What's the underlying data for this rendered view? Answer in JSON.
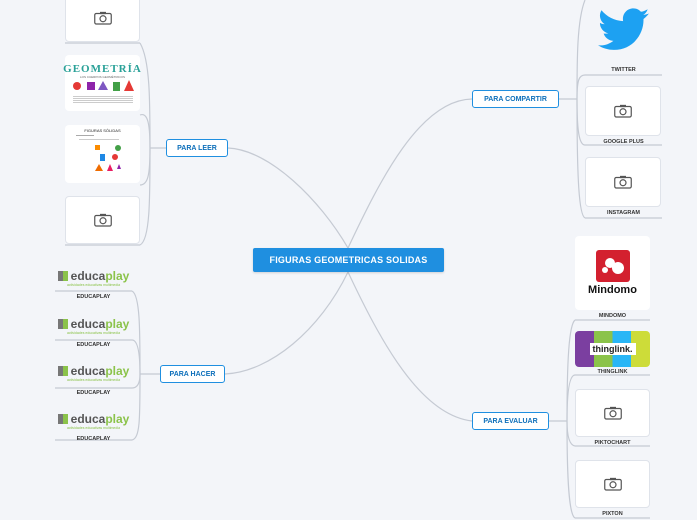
{
  "central": {
    "title": "FIGURAS GEOMETRICAS SOLIDAS"
  },
  "branches": {
    "para_leer": "PARA LEER",
    "para_hacer": "PARA HACER",
    "para_compartir": "PARA COMPARTIR",
    "para_evaluar": "PARA EVALUAR"
  },
  "leer": {
    "geometria_title": "GEOMETRÍA",
    "geometria_sub": "LOS CUERPOS GEOMÉTRICOS",
    "figuras_title": "FIGURAS SÓLIDAS"
  },
  "hacer": {
    "items": [
      "EDUCAPLAY",
      "EDUCAPLAY",
      "EDUCAPLAY",
      "EDUCAPLAY"
    ],
    "logo_edu": "educa",
    "logo_play": "play",
    "logo_sub": "actividades educativas multimedia"
  },
  "compartir": {
    "items": [
      "TWITTER",
      "GOOGLE PLUS",
      "INSTAGRAM"
    ]
  },
  "evaluar": {
    "items": [
      "MINDOMO",
      "THINGLINK",
      "PIKTOCHART",
      "PIXTON"
    ],
    "mindomo_logo": "Mindomo",
    "thinglink_logo": "thinglink."
  },
  "colors": {
    "accent": "#1f8fe0",
    "branch_text": "#0d6fba",
    "line": "#c5cad3",
    "twitter": "#1da1f2",
    "mindomo": "#d3202f"
  },
  "icons": [
    "camera-icon",
    "twitter-bird-icon",
    "mindomo-logo-icon",
    "geometric-shapes-icon"
  ]
}
